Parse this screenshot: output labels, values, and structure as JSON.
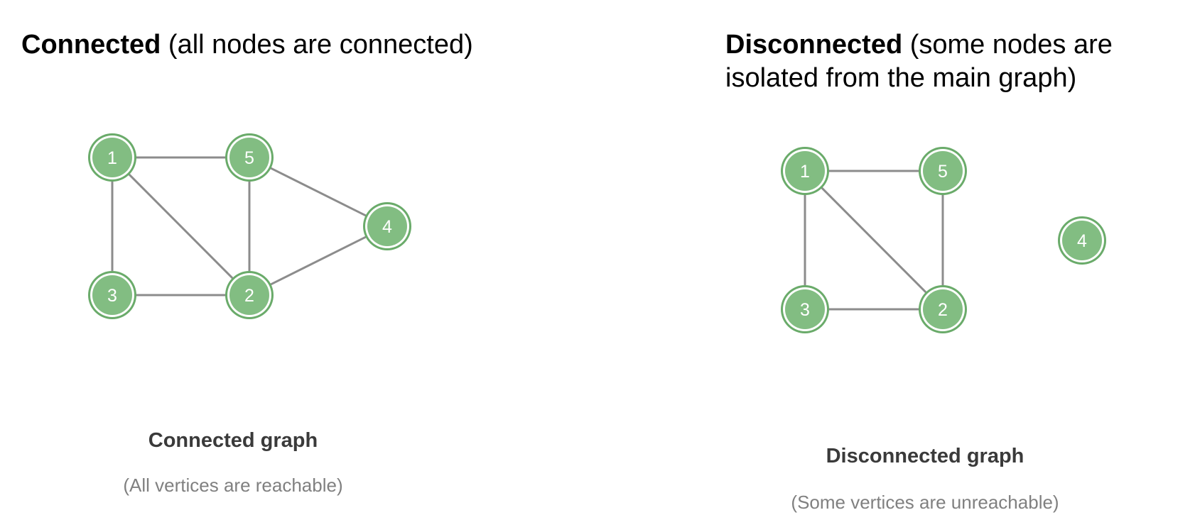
{
  "colors": {
    "node_fill": "#82bd82",
    "node_ring": "#6aab6a",
    "edge": "#8c8c8c",
    "text": "#000000"
  },
  "left": {
    "heading_bold": "Connected",
    "heading_rest": " (all nodes are connected)",
    "caption_title": "Connected graph",
    "caption_sub": "(All vertices are reachable)",
    "nodes": [
      {
        "id": "1",
        "label": "1"
      },
      {
        "id": "5",
        "label": "5"
      },
      {
        "id": "4",
        "label": "4"
      },
      {
        "id": "3",
        "label": "3"
      },
      {
        "id": "2",
        "label": "2"
      }
    ],
    "edges": [
      [
        "1",
        "5"
      ],
      [
        "1",
        "3"
      ],
      [
        "1",
        "2"
      ],
      [
        "5",
        "2"
      ],
      [
        "5",
        "4"
      ],
      [
        "3",
        "2"
      ],
      [
        "2",
        "4"
      ]
    ]
  },
  "right": {
    "heading_bold": "Disconnected",
    "heading_rest": " (some nodes are isolated from the main graph)",
    "caption_title": "Disconnected graph",
    "caption_sub": "(Some vertices are unreachable)",
    "nodes": [
      {
        "id": "1",
        "label": "1"
      },
      {
        "id": "5",
        "label": "5"
      },
      {
        "id": "4",
        "label": "4"
      },
      {
        "id": "3",
        "label": "3"
      },
      {
        "id": "2",
        "label": "2"
      }
    ],
    "edges": [
      [
        "1",
        "5"
      ],
      [
        "1",
        "3"
      ],
      [
        "1",
        "2"
      ],
      [
        "5",
        "2"
      ],
      [
        "3",
        "2"
      ]
    ]
  }
}
